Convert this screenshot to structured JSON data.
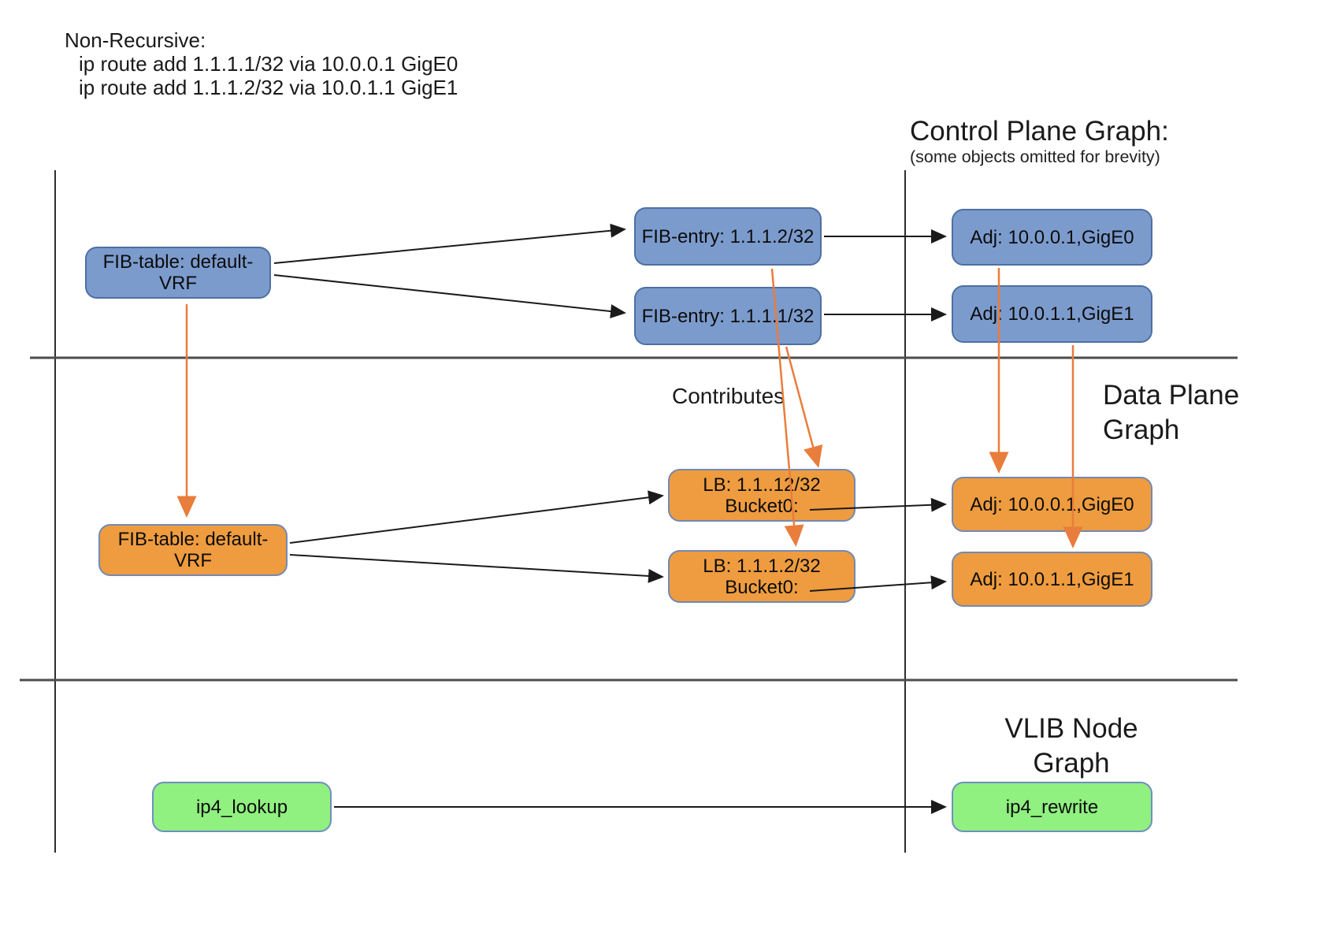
{
  "diagram": {
    "annotation": {
      "title": "Non-Recursive:",
      "commands": [
        "ip route add 1.1.1.1/32 via 10.0.0.1 GigE0",
        "ip route add 1.1.1.2/32 via 10.0.1.1 GigE1"
      ]
    },
    "regions": {
      "control_plane": {
        "title": "Control Plane Graph:",
        "subtitle": "(some objects omitted for brevity)"
      },
      "data_plane": {
        "title_line1": "Data Plane",
        "title_line2": "Graph"
      },
      "vlib": {
        "title_line1": "VLIB Node",
        "title_line2": "Graph"
      }
    },
    "labels": {
      "contributes": "Contributes"
    },
    "control_plane_nodes": {
      "fib_table": "FIB-table: default-VRF",
      "fib_entry_2": "FIB-entry: 1.1.1.2/32",
      "fib_entry_1": "FIB-entry: 1.1.1.1/32",
      "adj_gige0": "Adj: 10.0.0.1,GigE0",
      "adj_gige1": "Adj: 10.0.1.1,GigE1"
    },
    "data_plane_nodes": {
      "fib_table": "FIB-table: default-VRF",
      "lb_1_line1": "LB: 1.1..12/32",
      "lb_1_line2": "Bucket0:",
      "lb_2_line1": "LB: 1.1.1.2/32",
      "lb_2_line2": "Bucket0:",
      "adj_gige0": "Adj: 10.0.0.1,GigE0",
      "adj_gige1": "Adj: 10.0.1.1,GigE1"
    },
    "vlib_nodes": {
      "ip4_lookup": "ip4_lookup",
      "ip4_rewrite": "ip4_rewrite"
    },
    "colors": {
      "control_plane_fill": "#7C9BCD",
      "data_plane_fill": "#EE9C3F",
      "vlib_fill": "#90F080",
      "node_border": "#6B87B5",
      "arrow_black": "#1A1A1A",
      "arrow_orange": "#E87D3C",
      "divider_gray": "#4D4D4D"
    }
  }
}
